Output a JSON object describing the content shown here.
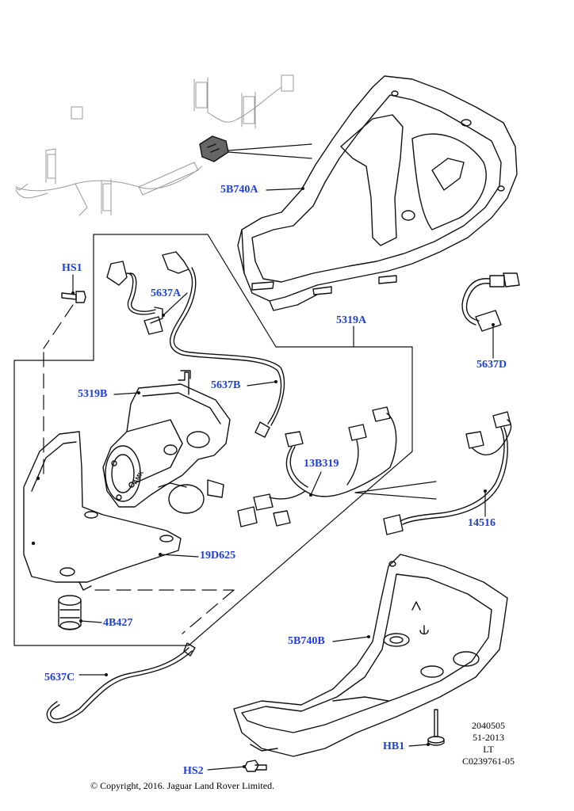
{
  "callouts": {
    "c5B740A": "5B740A",
    "cHS1": "HS1",
    "c5637A": "5637A",
    "c5319A": "5319A",
    "c5637D": "5637D",
    "c5319B": "5319B",
    "c5637B": "5637B",
    "c13B319": "13B319",
    "c14516": "14516",
    "c19D625": "19D625",
    "c4B427": "4B427",
    "c5B740B": "5B740B",
    "c5637C": "5637C",
    "cHB1": "HB1",
    "cHS2": "HS2"
  },
  "reference": {
    "line1": "2040505",
    "line2": "51-2013",
    "line3": "LT",
    "line4": "C0239761-05"
  },
  "copyright": "© Copyright, 2016. Jaguar Land Rover Limited.",
  "colors": {
    "callout": "#1f3fd6",
    "line": "#111111"
  }
}
